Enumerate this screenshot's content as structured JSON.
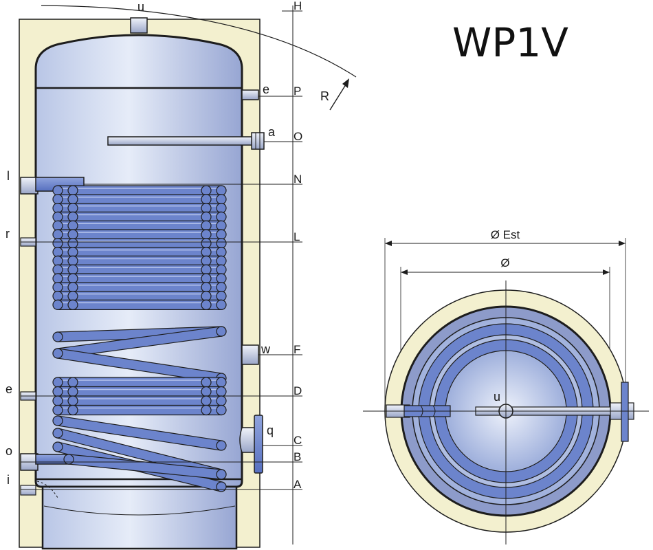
{
  "title": "WP1V",
  "side_view": {
    "height_letters": [
      "H",
      "P",
      "O",
      "N",
      "L",
      "F",
      "D",
      "C",
      "B",
      "A"
    ],
    "connections": {
      "u": "u",
      "e_top": "e",
      "a": "a",
      "l": "l",
      "r": "r",
      "w": "w",
      "e_bottom": "e",
      "q": "q",
      "o": "o",
      "i": "i"
    },
    "radius_label": "R"
  },
  "top_view": {
    "outer_diameter_label": "Ø Est",
    "inner_diameter_label": "Ø",
    "center_label": "u"
  },
  "colors": {
    "insulation": "#f3f0cf",
    "tank_light": "#d9e3f4",
    "tank_dark": "#8d9bca",
    "coil": "#6c84cc",
    "coil_dark": "#2d3c7a",
    "outline": "#1d1d1d"
  }
}
